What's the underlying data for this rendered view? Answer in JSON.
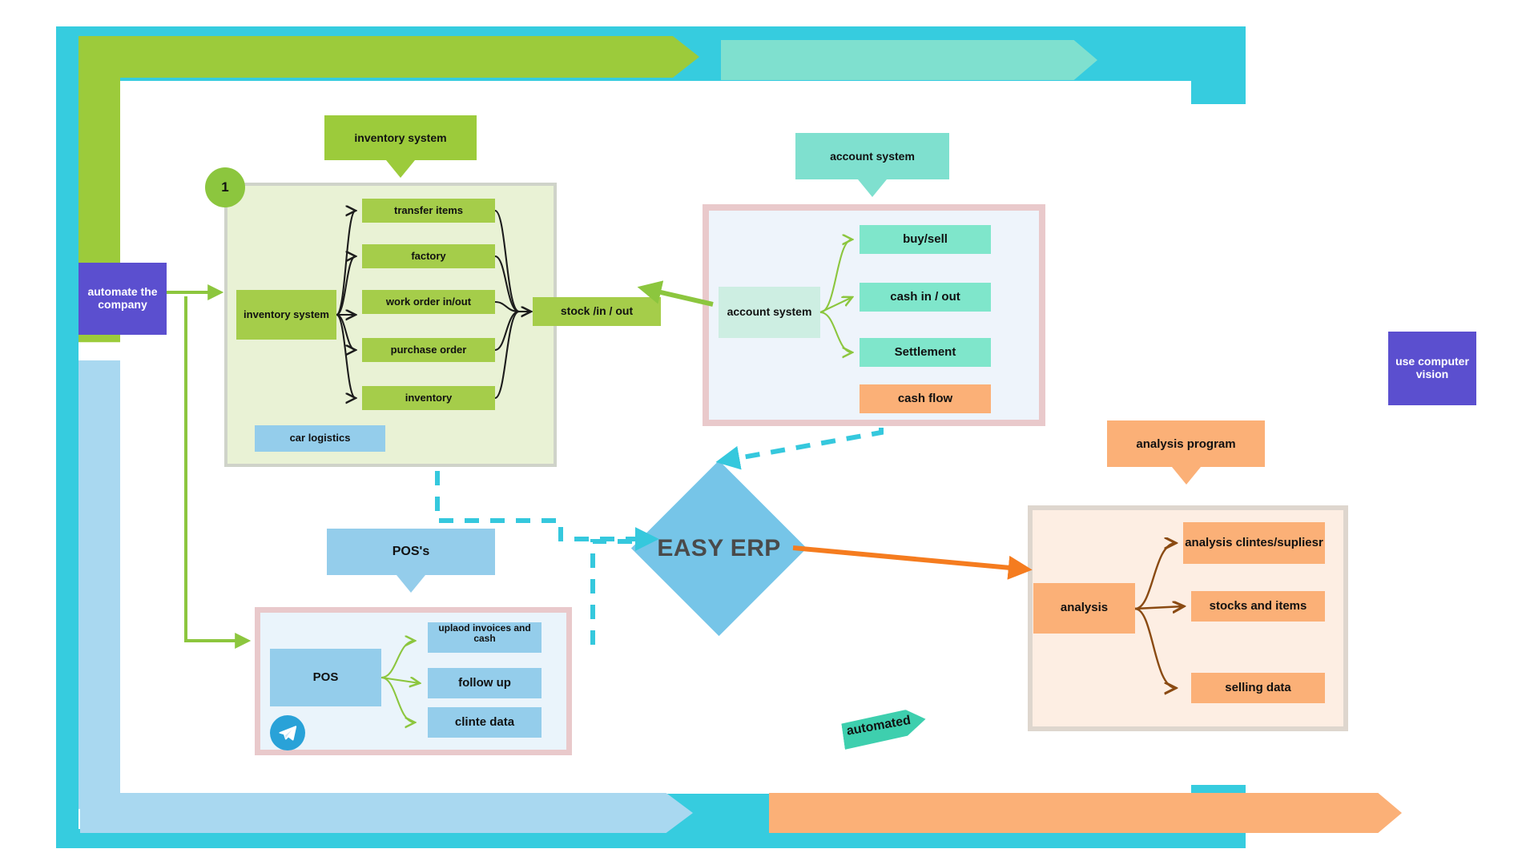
{
  "diagram": {
    "title": "EASY ERP automation flow diagram",
    "colors": {
      "cyan_frame": "#36ccdf",
      "green": "#9ccb3b",
      "green_box": "#a5cd4a",
      "green_panel": "#e9f2d5",
      "teal": "#7fe0cf",
      "mint_box": "#7fe6cb",
      "blue": "#a9d8f0",
      "blue_box": "#94cdeb",
      "orange": "#fbb077",
      "orange_panel": "#fdeee3",
      "purple": "#5b4fcf",
      "pink_border": "#e9c9cb",
      "diamond": "#76c5e8",
      "orange_arrow": "#f57c1f",
      "telegram": "#29a2d8"
    }
  },
  "left_inputs": {
    "automate_box": "automate the company"
  },
  "right_inputs": {
    "vision_box": "use computer vision"
  },
  "badges": {
    "step_one": "1"
  },
  "inventory": {
    "callout": "inventory system",
    "root": "inventory system",
    "items": [
      "transfer items",
      "factory",
      "work order in/out",
      "purchase order",
      "inventory"
    ],
    "output": "stock /in / out",
    "extra": "car logistics"
  },
  "account": {
    "callout": "account system",
    "root": "account system",
    "items": [
      "buy/sell",
      "cash in / out",
      "Settlement"
    ],
    "highlight": "cash flow"
  },
  "pos": {
    "callout": "POS's",
    "root": "POS",
    "items": [
      "uplaod invoices and cash",
      "follow up",
      "clinte data"
    ],
    "icon": "telegram-icon"
  },
  "core": {
    "label": "EASY ERP"
  },
  "analysis": {
    "callout": "analysis program",
    "root": "analysis",
    "items": [
      "analysis clintes/supliesr",
      "stocks and items",
      "selling data"
    ]
  },
  "banners": {
    "automated": "automated"
  }
}
